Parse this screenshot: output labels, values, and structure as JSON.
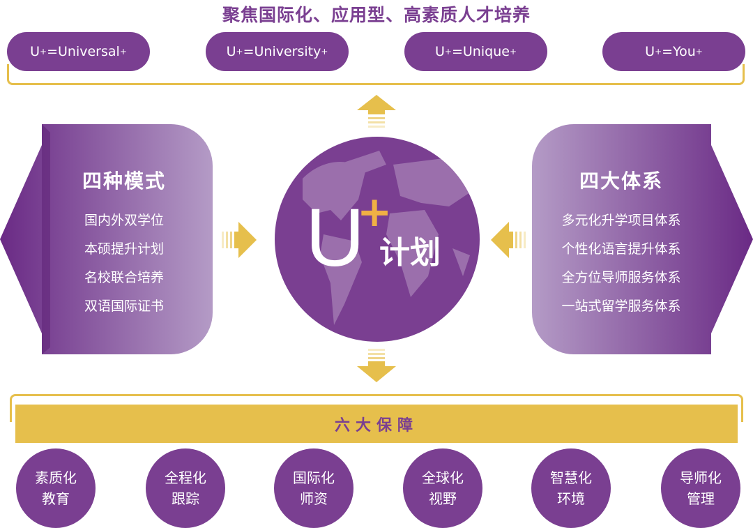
{
  "title": "聚焦国际化、应用型、高素质人才培养",
  "pills": [
    {
      "label": "=Universal"
    },
    {
      "label": "=University"
    },
    {
      "label": "=Unique"
    },
    {
      "label": "=You"
    }
  ],
  "pill_prefix": "U",
  "plus": "+",
  "center": {
    "u": "U",
    "plus": "+",
    "label": "计划"
  },
  "left": {
    "title": "四种模式",
    "items": [
      "国内外双学位",
      "本硕提升计划",
      "名校联合培养",
      "双语国际证书"
    ]
  },
  "right": {
    "title": "四大体系",
    "items": [
      "多元化升学项目体系",
      "个性化语言提升体系",
      "全方位导师服务体系",
      "一站式留学服务体系"
    ]
  },
  "bottom": {
    "title": "六大保障",
    "items": [
      [
        "素质化",
        "教育"
      ],
      [
        "全程化",
        "跟踪"
      ],
      [
        "国际化",
        "师资"
      ],
      [
        "全球化",
        "视野"
      ],
      [
        "智慧化",
        "环境"
      ],
      [
        "导师化",
        "管理"
      ]
    ]
  },
  "colors": {
    "purple": "#7a3f91",
    "gold": "#e6bf4c"
  }
}
